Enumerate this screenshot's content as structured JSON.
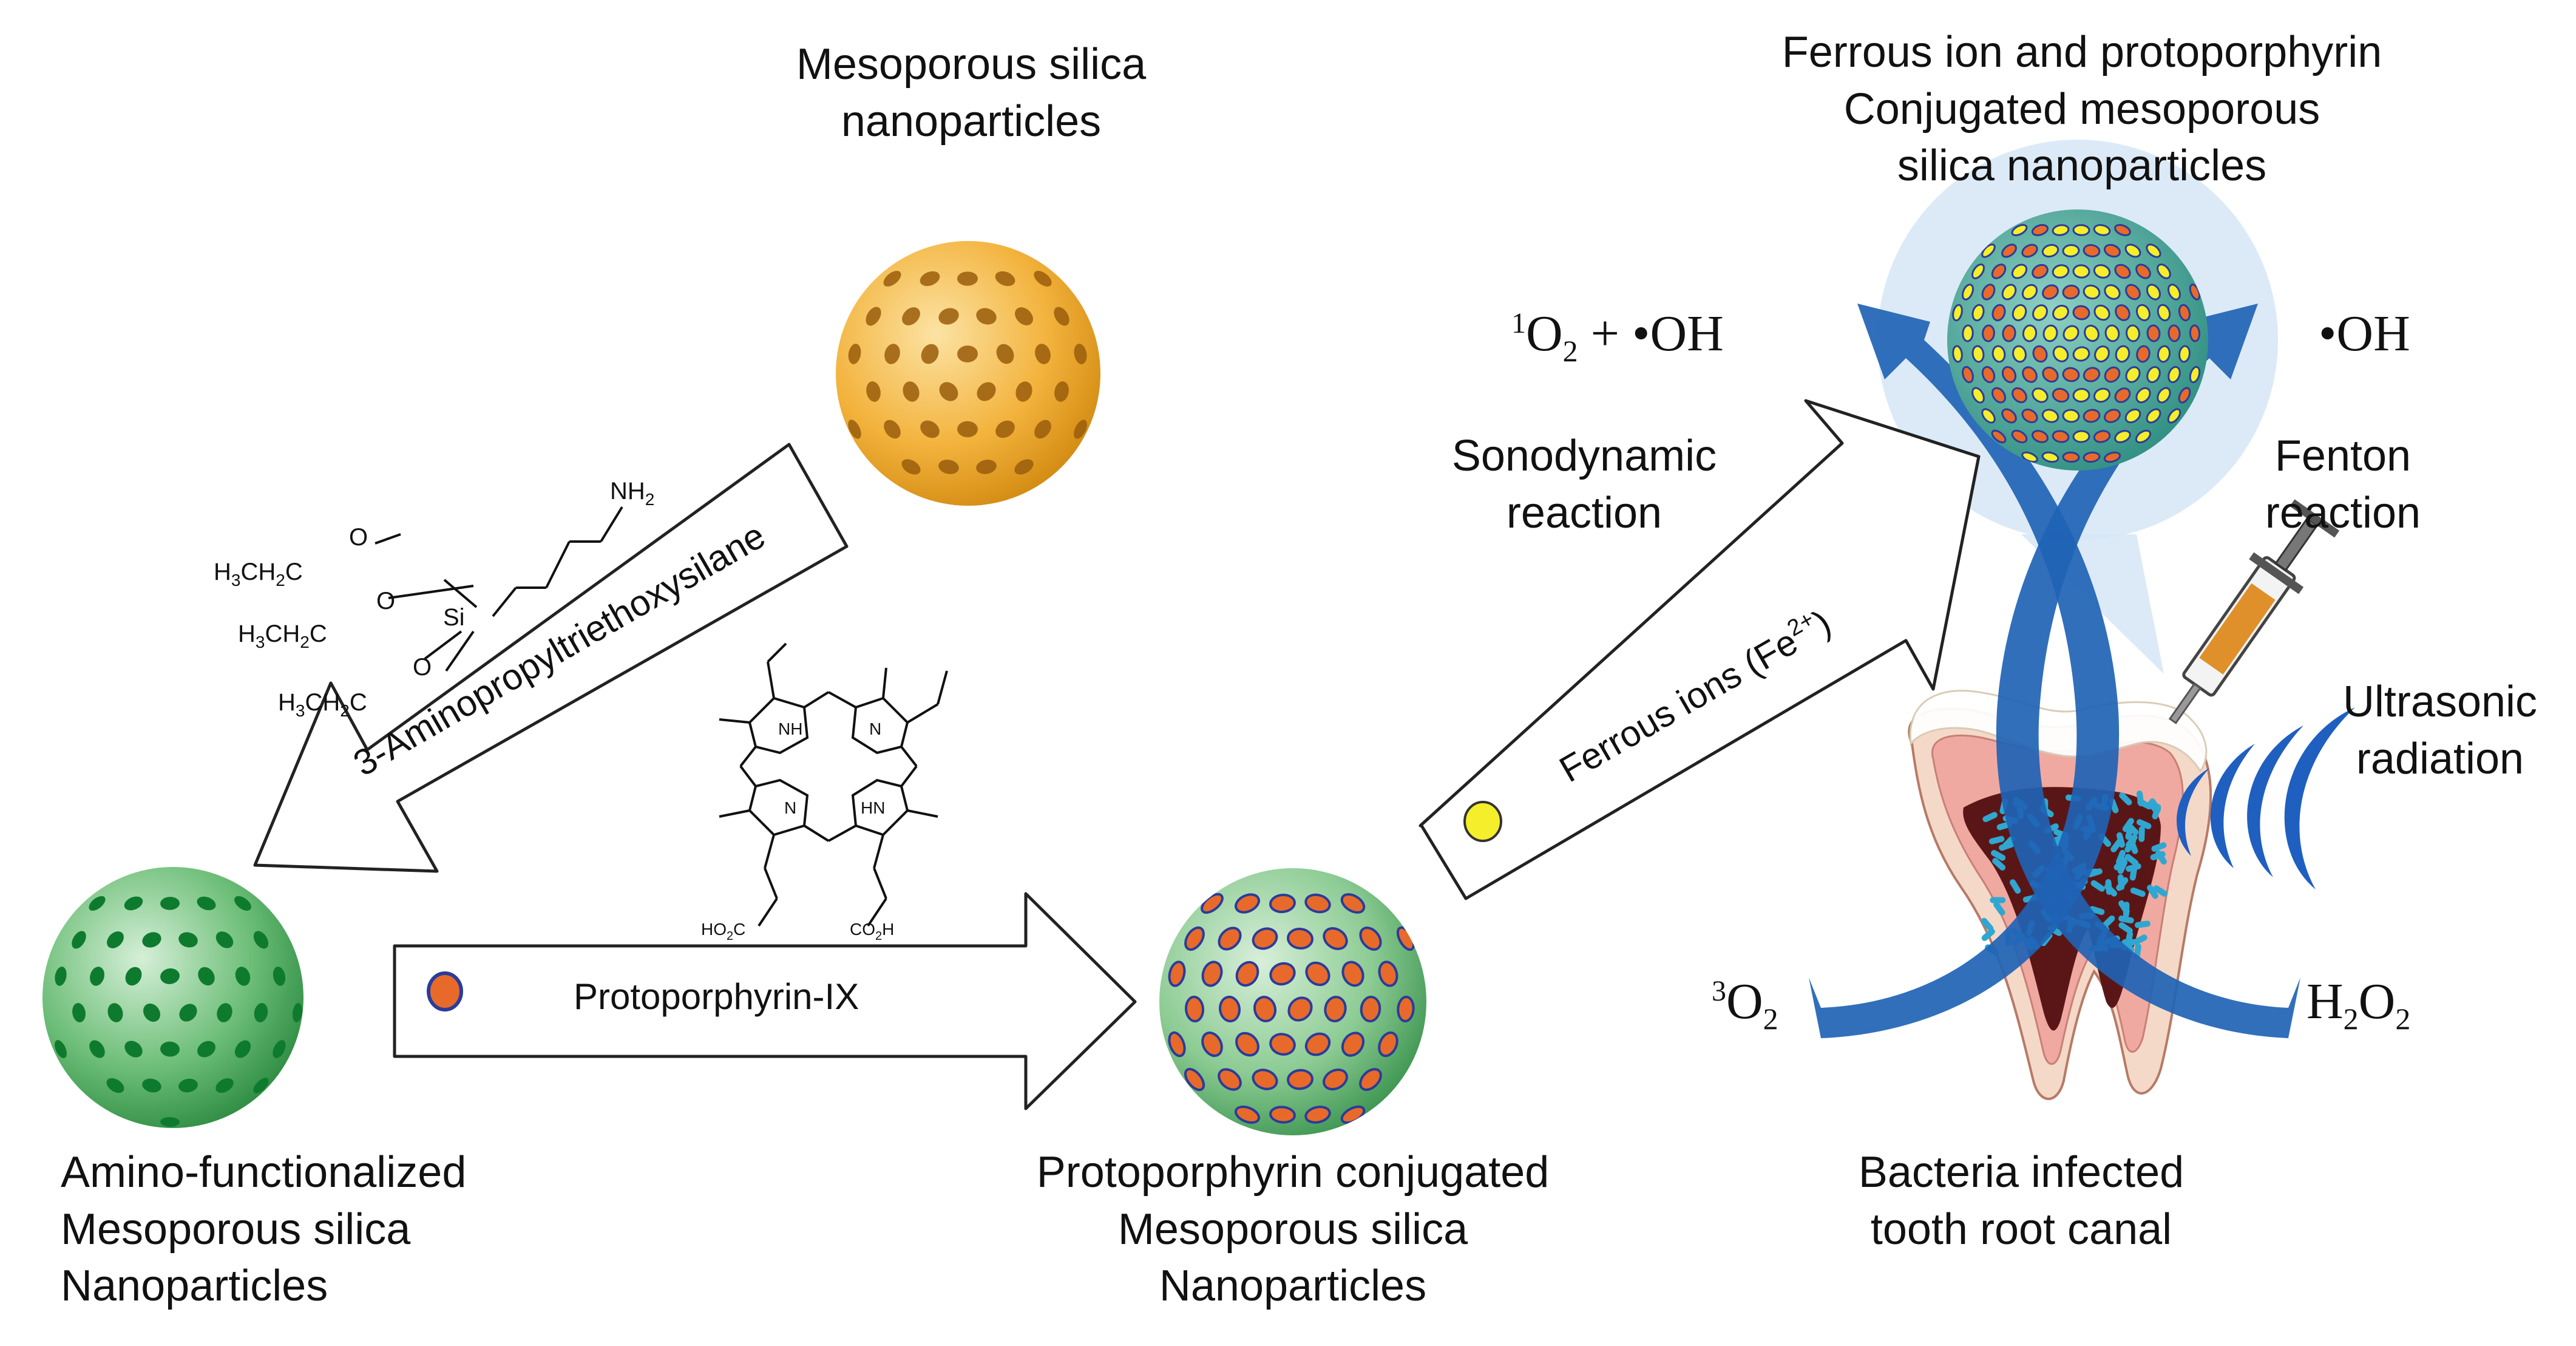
{
  "labels": {
    "mesoporous_silica": [
      "Mesoporous silica",
      "nanoparticles"
    ],
    "ferrous_conjugated": [
      "Ferrous ion and protoporphyrin",
      "Conjugated mesoporous",
      "silica nanoparticles"
    ],
    "amino_functionalized": [
      "Amino-functionalized",
      "Mesoporous silica",
      "Nanoparticles"
    ],
    "protoporphyrin_conjugated": [
      "Protoporphyrin conjugated",
      "Mesoporous silica",
      "Nanoparticles"
    ],
    "bacteria_infected": [
      "Bacteria infected",
      "tooth root canal"
    ],
    "sonodynamic": [
      "Sonodynamic",
      "reaction"
    ],
    "fenton": [
      "Fenton",
      "reaction"
    ],
    "ultrasonic": [
      "Ultrasonic",
      "radiation"
    ]
  },
  "arrows": {
    "aptes": "3-Aminopropyltriethoxysilane",
    "ppix": "Protoporphyrin-IX",
    "ferrous": "Ferrous ions (Fe",
    "ferrous_sup": "2+",
    "ferrous_end": ")"
  },
  "species": {
    "singlet_o2": "1",
    "singlet_o2_rest": "O",
    "singlet_sub": "2",
    "singlet_plus": " + •OH",
    "oh_right": "•OH",
    "triplet_sup": "3",
    "triplet_o": "O",
    "triplet_sub": "2",
    "h2o2_h": "H",
    "h2o2_sub1": "2",
    "h2o2_o": "O",
    "h2o2_sub2": "2"
  },
  "chemistry": {
    "aptes_groups": [
      "H3CH2C",
      "H3CH2C",
      "H3CH2C"
    ],
    "aptes_o": "O",
    "aptes_si": "Si",
    "aptes_nh2": "NH2",
    "ppix_nh": "NH",
    "ppix_n": "N",
    "ppix_hn": "HN",
    "ppix_co2h_left": "HO2C",
    "ppix_co2h_right": "CO2H"
  },
  "colors": {
    "orange_particle": "#F3B33D",
    "green_particle": "#5DB56D",
    "dot_dark_green": "#0E7A2E",
    "ppix_dot": "#E86A2A",
    "ppix_dot_ring": "#2A3C9A",
    "ferrous_dot": "#F5EE2A",
    "blue_arrow": "#1F63B5",
    "halo": "#C9DDF3"
  }
}
